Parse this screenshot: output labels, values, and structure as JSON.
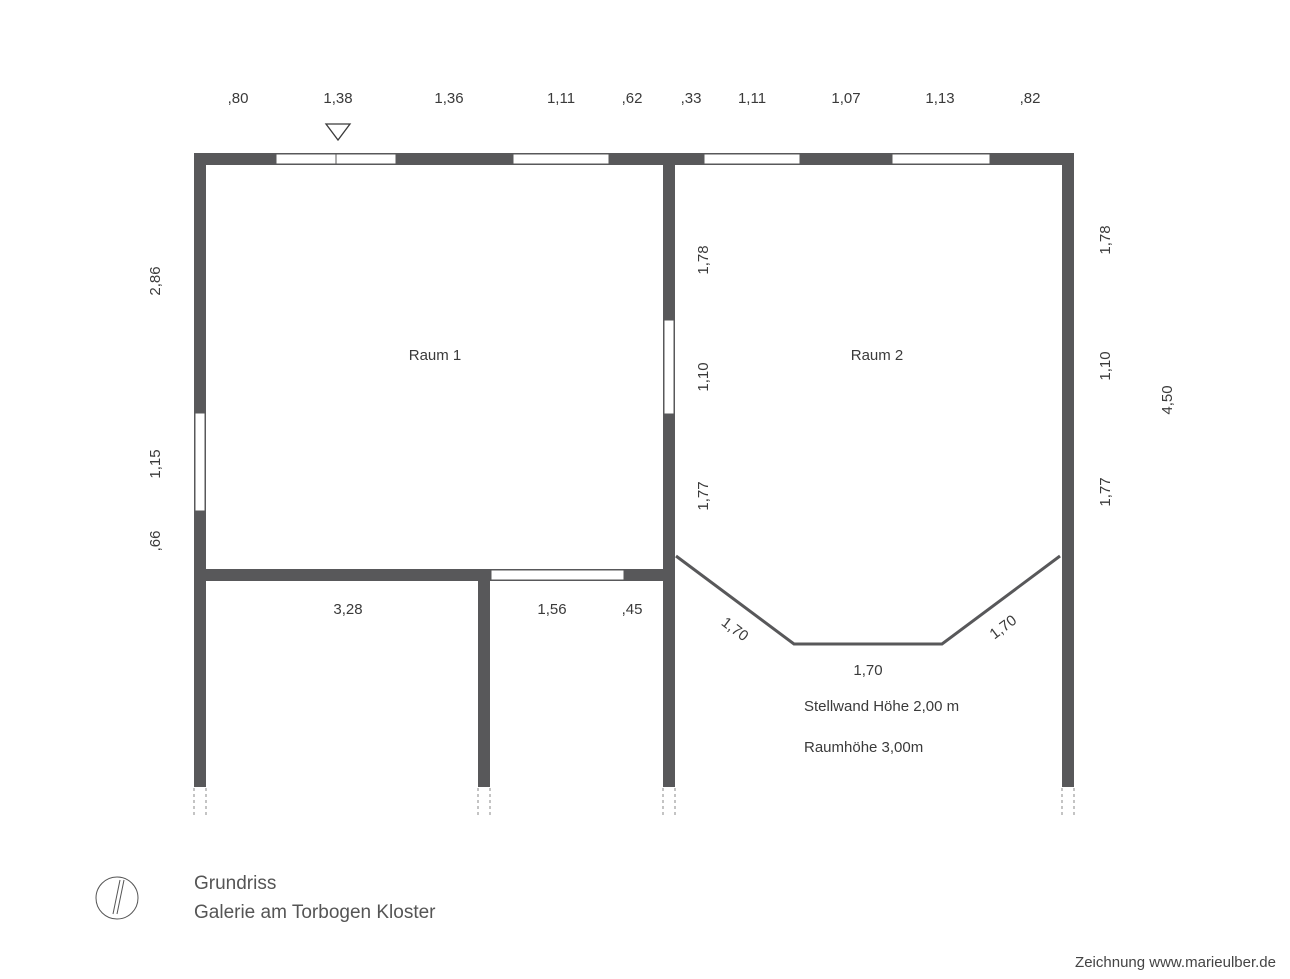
{
  "plan": {
    "top_dimensions": [
      ",80",
      "1,38",
      "1,36",
      "1,11",
      ",62",
      ",33",
      "1,11",
      "1,07",
      "1,13",
      ",82"
    ],
    "left_dimensions": [
      "2,86",
      "1,15",
      ",66"
    ],
    "middle_wall_dimensions": [
      "1,78",
      "1,10",
      "1,77"
    ],
    "right_wall_dimensions": [
      "1,78",
      "1,10",
      "1,77"
    ],
    "overall_depth": "4,50",
    "lower_dimensions": [
      "3,28",
      "1,56",
      ",45"
    ],
    "partition_dimensions": [
      "1,70",
      "1,70",
      "1,70"
    ],
    "rooms": [
      "Raum 1",
      "Raum 2"
    ],
    "notes": {
      "partition_height": "Stellwand Höhe 2,00 m",
      "room_height": "Raumhöhe 3,00m"
    }
  },
  "title": {
    "line1": "Grundriss",
    "line2": "Galerie am Torbogen Kloster"
  },
  "credit": "Zeichnung www.marieulber.de",
  "colors": {
    "wall": "#58585a",
    "text": "#3a3a3a"
  },
  "icons": {
    "entrance": "entrance-triangle-icon",
    "north": "north-arrow-icon"
  }
}
